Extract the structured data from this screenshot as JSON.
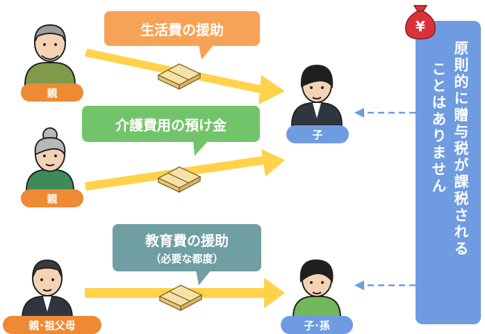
{
  "rows": [
    {
      "giver_label": "親",
      "bubble_title": "生活費の援助",
      "bubble_sub": "",
      "receiver_label": "子"
    },
    {
      "giver_label": "親",
      "bubble_title": "介護費用の預け金",
      "bubble_sub": "",
      "receiver_label": ""
    },
    {
      "giver_label": "親･祖父母",
      "bubble_title": "教育費の援助",
      "bubble_sub": "（必要な都度）",
      "receiver_label": "子･孫"
    }
  ],
  "panel": {
    "currency_symbol": "¥",
    "line1": "原則的に贈与税が課税される",
    "line2": "ことはありません"
  },
  "colors": {
    "giver_badge": "#ee8a33",
    "receiver_badge": "#6f9be0",
    "bubble_orange": "#f6a356",
    "bubble_green": "#72c46b",
    "bubble_teal": "#6f9ea3",
    "arrow_yellow": "#ffd24a",
    "panel_blue": "#6f9be0",
    "money_bag_red": "#d9323a"
  }
}
